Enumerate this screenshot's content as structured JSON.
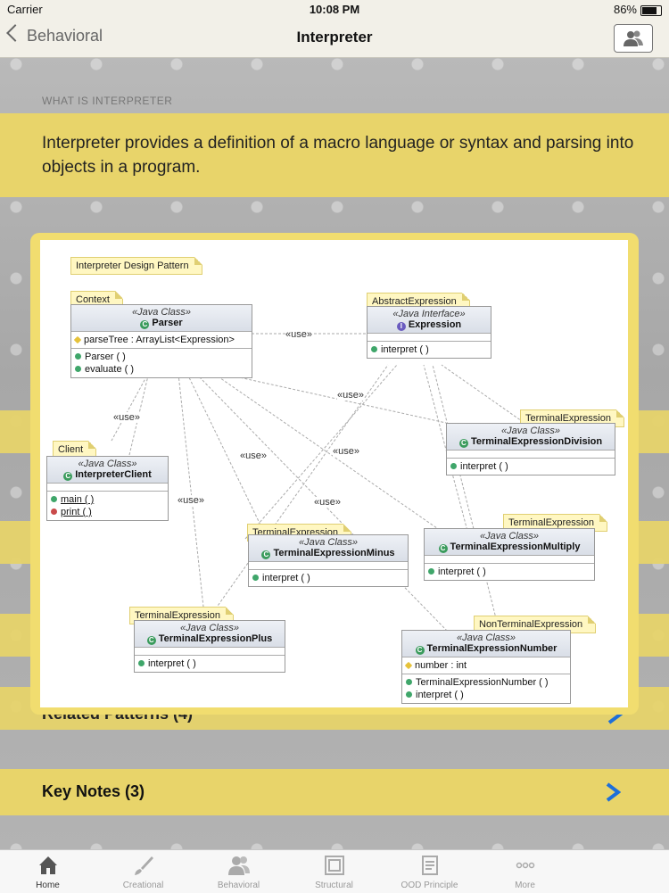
{
  "status": {
    "carrier": "Carrier",
    "time": "10:08 PM",
    "battery": "86%"
  },
  "nav": {
    "back_label": "Behavioral",
    "title": "Interpreter"
  },
  "sections": {
    "what_is": "WHAT IS INTERPRETER",
    "definition": "Interpreter provides a definition of a macro language or syntax and parsing into objects in a program.",
    "related": "Related Patterns (4)",
    "key_notes": "Key Notes (3)"
  },
  "diagram": {
    "title_note": "Interpreter Design Pattern",
    "notes": {
      "context": "Context",
      "abstract": "AbstractExpression",
      "client": "Client",
      "term_div": "TerminalExpression",
      "term_minus": "TerminalExpression",
      "term_mult": "TerminalExpression",
      "term_plus": "TerminalExpression",
      "nonterm": "NonTerminalExpression"
    },
    "classes": {
      "parser": {
        "stereo": "«Java Class»",
        "name": "Parser",
        "attrs": [
          "parseTree : ArrayList<Expression>"
        ],
        "ops": [
          "Parser ( )",
          "evaluate ( )"
        ]
      },
      "expression": {
        "stereo": "«Java Interface»",
        "name": "Expression",
        "ops": [
          "interpret ( )"
        ]
      },
      "client": {
        "stereo": "«Java Class»",
        "name": "InterpreterClient",
        "ops": [
          "main ( )",
          "print ( )"
        ]
      },
      "division": {
        "stereo": "«Java Class»",
        "name": "TerminalExpressionDivision",
        "ops": [
          "interpret ( )"
        ]
      },
      "minus": {
        "stereo": "«Java Class»",
        "name": "TerminalExpressionMinus",
        "ops": [
          "interpret ( )"
        ]
      },
      "multiply": {
        "stereo": "«Java Class»",
        "name": "TerminalExpressionMultiply",
        "ops": [
          "interpret ( )"
        ]
      },
      "plus": {
        "stereo": "«Java Class»",
        "name": "TerminalExpressionPlus",
        "ops": [
          "interpret ( )"
        ]
      },
      "number": {
        "stereo": "«Java Class»",
        "name": "TerminalExpressionNumber",
        "attrs": [
          "number : int"
        ],
        "ops": [
          "TerminalExpressionNumber ( )",
          "interpret ( )"
        ]
      }
    },
    "use_label": "«use»"
  },
  "tabs": [
    {
      "label": "Home",
      "icon": "home-icon"
    },
    {
      "label": "Creational",
      "icon": "brush-icon"
    },
    {
      "label": "Behavioral",
      "icon": "users-icon"
    },
    {
      "label": "Structural",
      "icon": "structure-icon"
    },
    {
      "label": "OOD Principle",
      "icon": "document-icon"
    },
    {
      "label": "More",
      "icon": "more-icon"
    }
  ],
  "colors": {
    "accent": "#e8d46a",
    "arrow": "#1e6fd9"
  }
}
